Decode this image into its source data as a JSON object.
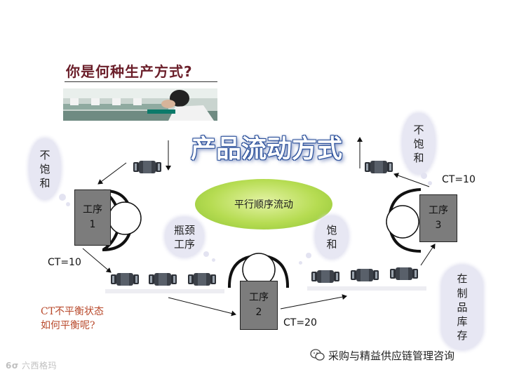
{
  "title": "你是何种生产方式?",
  "mode_title": "产品流动方式",
  "center_flow": "平行顺序流动",
  "clouds": {
    "left_unsaturated": [
      "不",
      "饱",
      "和"
    ],
    "right_unsaturated": [
      "不",
      "饱",
      "和"
    ],
    "bottleneck": [
      "瓶颈",
      "工序"
    ],
    "saturated": [
      "饱",
      "和"
    ],
    "wip": [
      "在",
      "制",
      "品",
      "库",
      "存"
    ]
  },
  "processes": {
    "p1": [
      "工序",
      "1"
    ],
    "p2": [
      "工序",
      "2"
    ],
    "p3": [
      "工序",
      "3"
    ]
  },
  "ct_labels": {
    "p1": "CT=10",
    "p2": "CT=20",
    "p3": "CT=10"
  },
  "note": [
    "CT不平衡状态",
    "如何平衡呢?"
  ],
  "footer": "采购与精益供应链管理咨询",
  "logo_text": "六西格玛",
  "colors": {
    "title": "#6b1f2a",
    "ellipse": "#b6dc52",
    "process_box": "#7c7c7c",
    "note": "#b8482a",
    "mode_title_outline": "#2a4f9a"
  },
  "icons": [
    "wechat-icon",
    "pipe-fitting-icon"
  ]
}
